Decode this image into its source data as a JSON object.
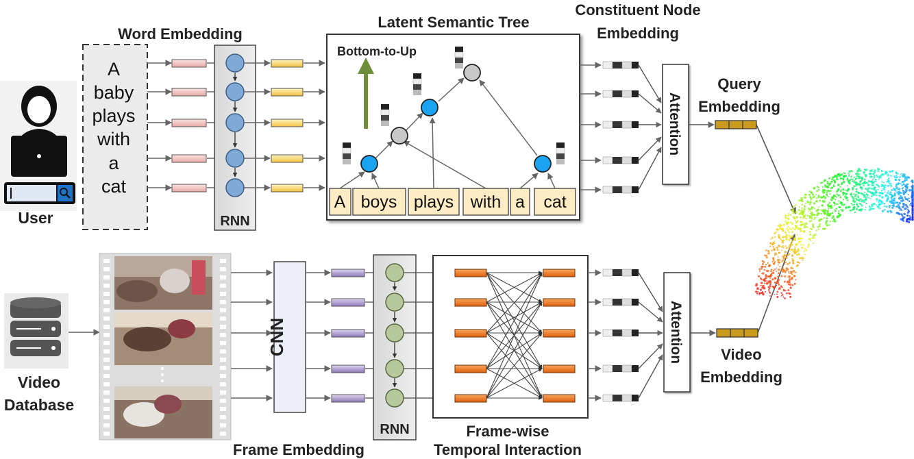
{
  "labels": {
    "word_embedding": "Word Embedding",
    "latent_tree": "Latent Semantic Tree",
    "constituent_1": "Constituent Node",
    "constituent_2": "Embedding",
    "bottom_up": "Bottom-to-Up",
    "query_1": "Query",
    "query_2": "Embedding",
    "user": "User",
    "rnn_top": "RNN",
    "attention_top": "Attention",
    "video_db_1": "Video",
    "video_db_2": "Database",
    "cnn": "CNN",
    "rnn_bottom": "RNN",
    "attention_bottom": "Attention",
    "video_emb_1": "Video",
    "video_emb_2": "Embedding",
    "frame_embedding": "Frame Embedding",
    "frame_wise_1": "Frame-wise",
    "frame_wise_2": "Temporal Interaction",
    "dots": "⋮"
  },
  "sentence_lines": [
    "A",
    "baby",
    "plays",
    "with",
    "a",
    "cat"
  ],
  "tree_words": [
    "A",
    "boys",
    "plays",
    "with",
    "a",
    "cat"
  ],
  "colors": {
    "word_embed": "#f4c7c3",
    "word_embed_out": "#f9d88a",
    "rnn_node_top": "#7fa9d6",
    "tree_leaf_node": "#1aa3f0",
    "tree_inner_node": "#c8c8c8",
    "frame_embed": "#b8a8d6",
    "rnn_node_bottom": "#b7c89c",
    "temporal_node": "#f07a20",
    "final_embed": "#c99a1e",
    "arrow_green": "#6e8f3a"
  }
}
